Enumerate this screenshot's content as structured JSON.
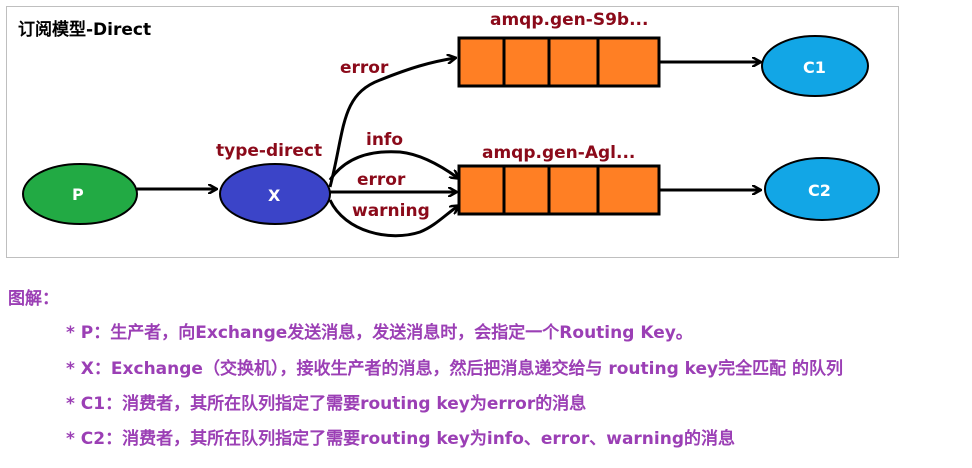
{
  "diagram": {
    "title": "订阅模型-Direct",
    "producer": "P",
    "exchange": {
      "label": "X",
      "type_label": "type-direct"
    },
    "queues": [
      {
        "name": "amqp.gen-S9b..."
      },
      {
        "name": "amqp.gen-Agl..."
      }
    ],
    "consumers": [
      "C1",
      "C2"
    ],
    "routing_keys": {
      "q1": [
        "error"
      ],
      "q2": [
        "info",
        "error",
        "warning"
      ]
    },
    "colors": {
      "producer": "#22aa44",
      "exchange": "#3b44c8",
      "queue": "#ff7f24",
      "consumer": "#12a6e6",
      "label": "#8b0a1a",
      "legend": "#9b3fb5"
    }
  },
  "legend": {
    "heading": "图解：",
    "items": [
      "* P：生产者，向Exchange发送消息，发送消息时，会指定一个Routing Key。",
      "* X：Exchange（交换机），接收生产者的消息，然后把消息递交给与 routing key完全匹配 的队列",
      "* C1：消费者，其所在队列指定了需要routing key为error的消息",
      "* C2：消费者，其所在队列指定了需要routing key为info、error、warning的消息"
    ]
  }
}
